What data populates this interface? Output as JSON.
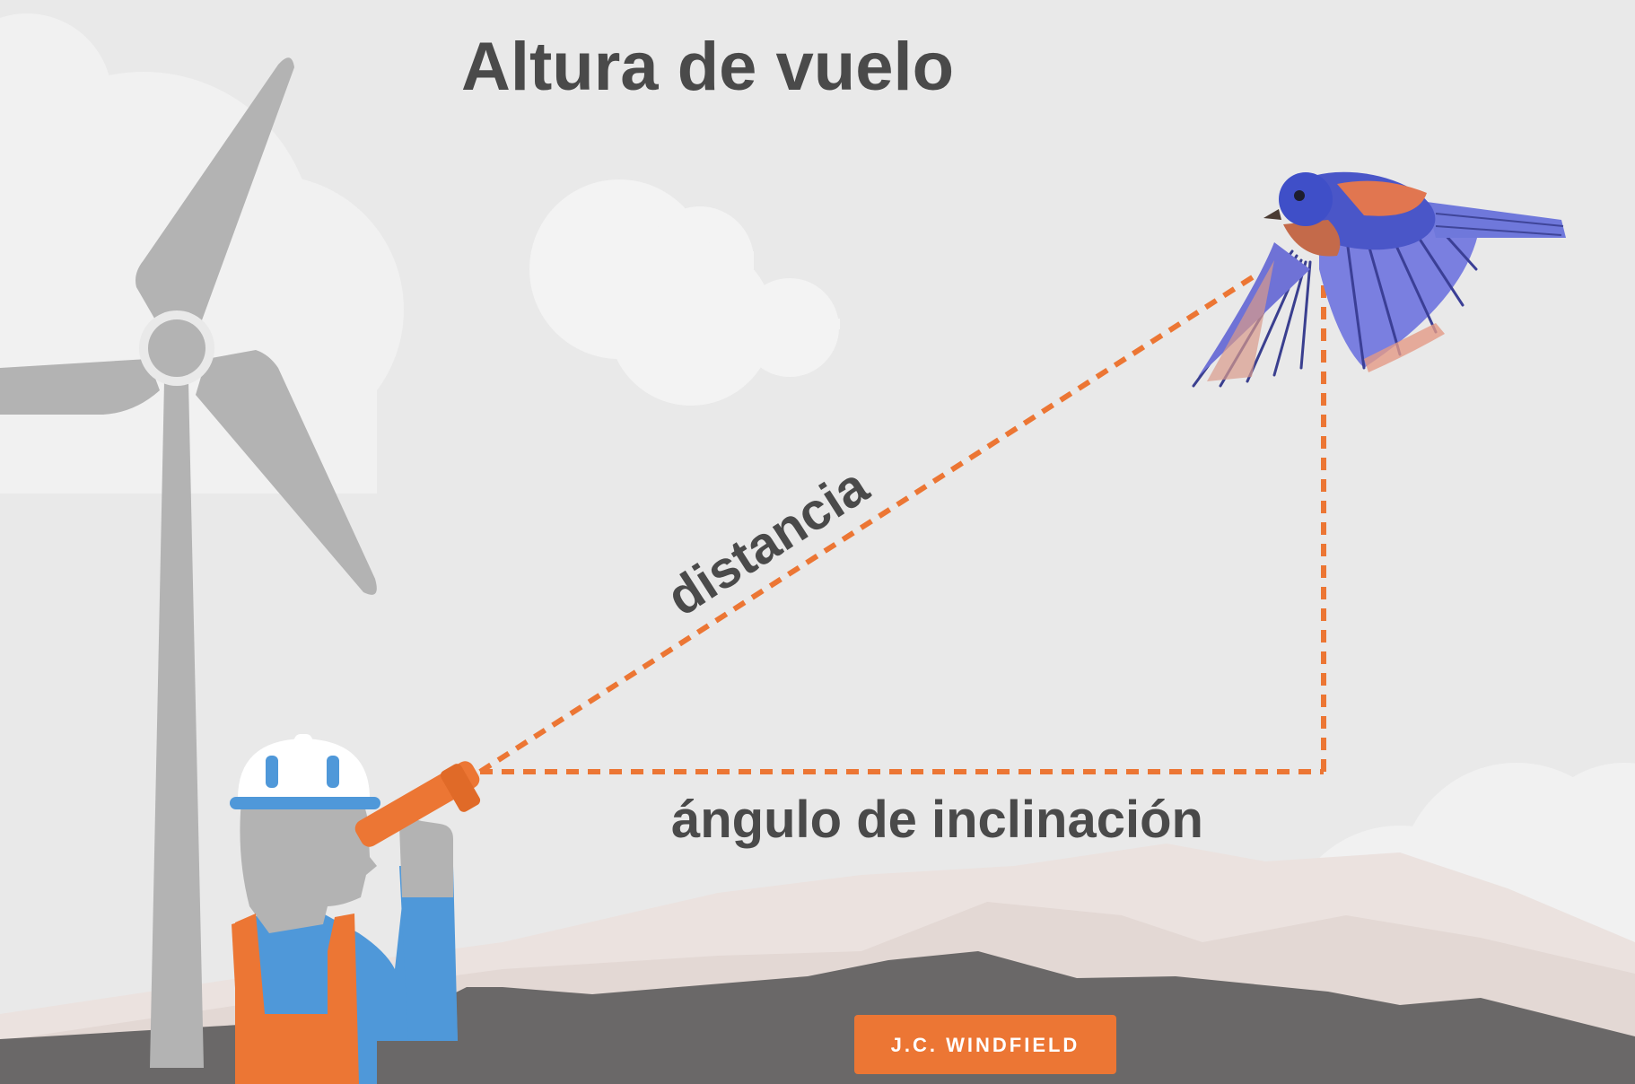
{
  "title": "Altura de vuelo",
  "labels": {
    "distance": "distancia",
    "angle": "ángulo de inclinación"
  },
  "badge": {
    "text": "J.C. WINDFIELD"
  },
  "colors": {
    "background": "#e9e9e9",
    "accent_orange": "#ec7634",
    "turbine_gray": "#b3b3b3",
    "ground_dark": "#6a6868",
    "text_dark": "#4a4a4a",
    "worker_blue": "#4f98d9"
  },
  "icons": [
    "wind-turbine-icon",
    "bird-icon",
    "worker-icon",
    "binoculars-icon",
    "hard-hat-icon",
    "cloud-icon",
    "mountain-icon"
  ]
}
